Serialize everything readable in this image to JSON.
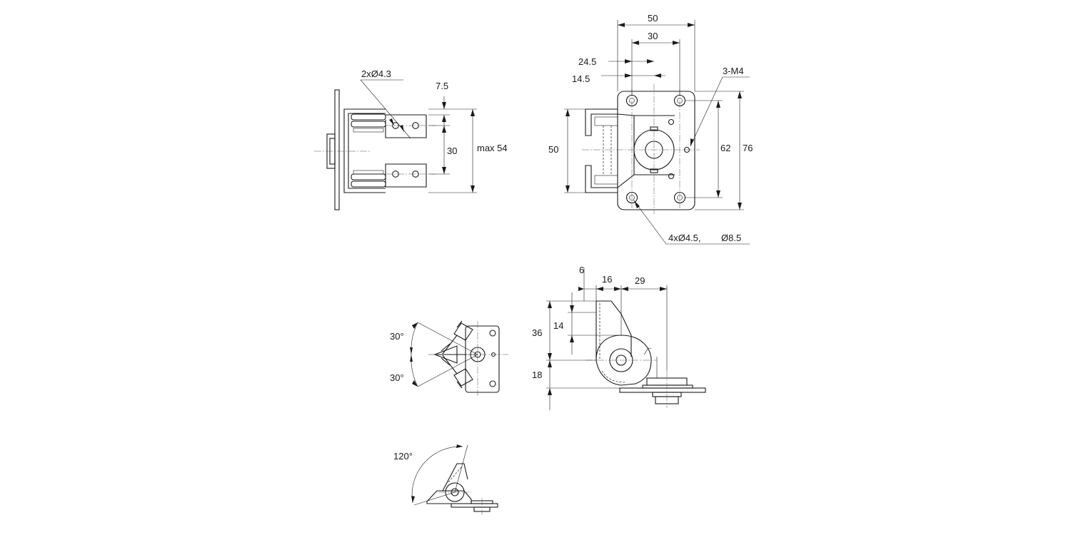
{
  "side_view": {
    "hole_callout": "2xØ4.3",
    "dim_edge": "7.5",
    "dim_pitch": "30",
    "dim_max": "max 54"
  },
  "front_view": {
    "dim_width_outer": "50",
    "dim_width_holes": "30",
    "dim_offset_a": "24.5",
    "dim_offset_b": "14.5",
    "thread_callout": "3-M4",
    "dim_height_left": "50",
    "dim_height_holes": "62",
    "dim_height_outer": "76",
    "hole_callout": "4xØ4.5,",
    "counterbore_callout": "Ø8.5"
  },
  "swivel_view": {
    "angle_top": "30°",
    "angle_bottom": "30°"
  },
  "profile_view": {
    "dim_a": "6",
    "dim_b": "16",
    "dim_c": "29",
    "dim_h1": "36",
    "dim_h2": "14",
    "dim_h3": "18"
  },
  "fold_view": {
    "angle": "120°"
  }
}
